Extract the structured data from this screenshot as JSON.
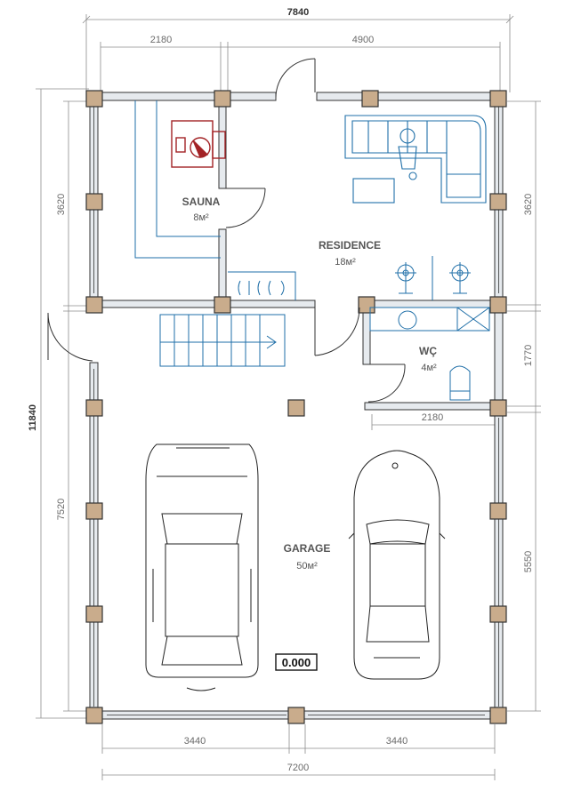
{
  "dimensions": {
    "overall_width": "7840",
    "top_left": "2180",
    "top_right": "4900",
    "overall_height": "11840",
    "left_upper": "3620",
    "left_lower": "7520",
    "right_upper": "3620",
    "right_middle": "1770",
    "right_lower": "5550",
    "wc_width": "2180",
    "bottom_left": "3440",
    "bottom_right": "3440",
    "bottom_total": "7200"
  },
  "rooms": {
    "sauna": {
      "name": "SAUNA",
      "area": "8м²"
    },
    "residence": {
      "name": "RESIDENCE",
      "area": "18м²"
    },
    "wc": {
      "name": "WÇ",
      "area": "4м²"
    },
    "garage": {
      "name": "GARAGE",
      "area": "50м²"
    }
  },
  "level_marker": "0.000",
  "colors": {
    "wall_fill": "#e6eaee",
    "wall_stroke": "#333333",
    "column_fill": "#c9ac8c",
    "furniture_blue": "#1f6fa8",
    "sauna_red": "#a32326",
    "dim_line": "#8c8c8c"
  }
}
